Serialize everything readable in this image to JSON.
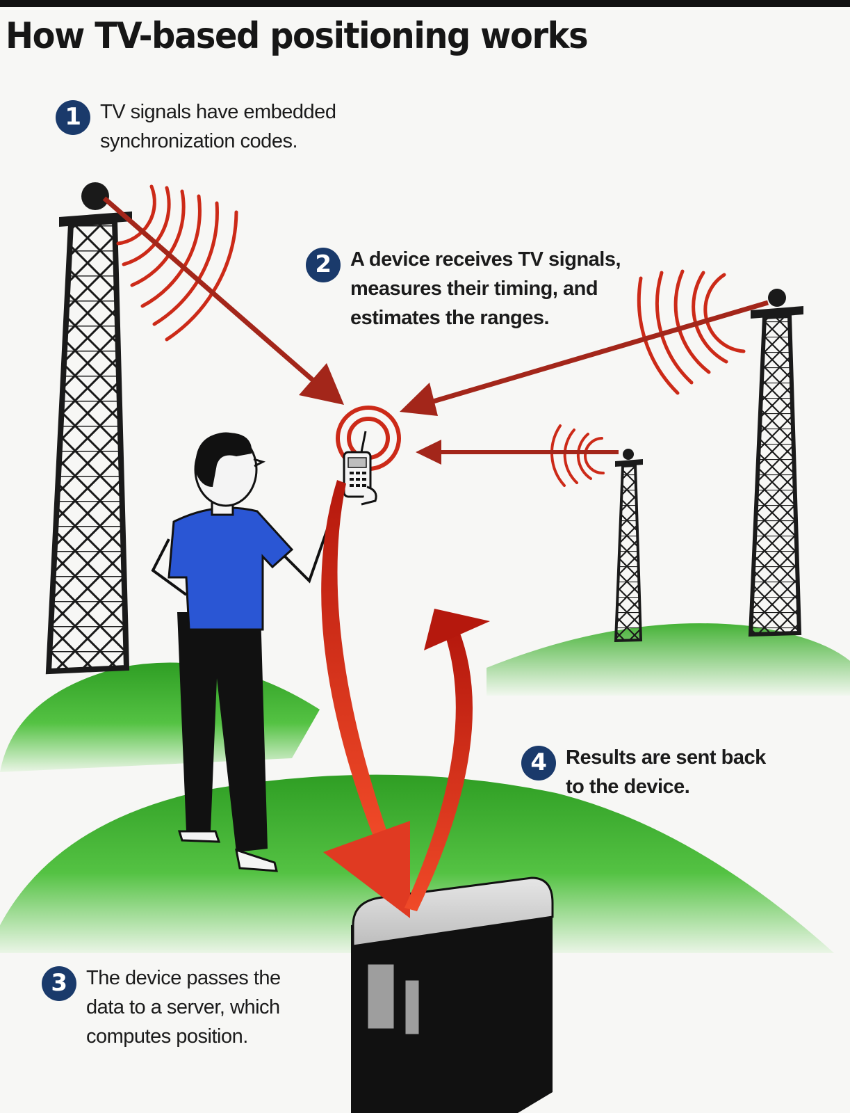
{
  "title": "How TV-based positioning works",
  "steps": [
    {
      "number": "1",
      "lines": [
        "TV signals have embedded",
        "synchronization codes."
      ]
    },
    {
      "number": "2",
      "lines": [
        "A device receives TV signals,",
        "measures their timing, and",
        "estimates the ranges."
      ]
    },
    {
      "number": "3",
      "lines": [
        "The device passes the",
        "data to a server, which",
        "computes position."
      ]
    },
    {
      "number": "4",
      "lines": [
        "Results are sent back",
        "to the device."
      ]
    }
  ],
  "colors": {
    "badge": "#1a3a6b",
    "signal_red": "#cc2a18",
    "hill_green": "#3fae2f",
    "shirt_blue": "#2a56d4",
    "tower_black": "#1a1a1a"
  },
  "icons": [
    "tv-tower-icon",
    "signal-wave-icon",
    "person-icon",
    "mobile-device-icon",
    "server-icon",
    "arrow-icon"
  ]
}
